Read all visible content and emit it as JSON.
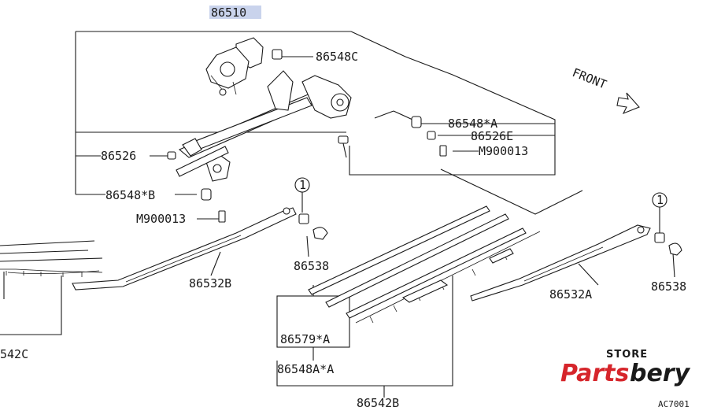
{
  "labels": {
    "motor": "86510",
    "grommet_top": "86548C",
    "grommet_a": "86548*A",
    "seal_e": "86526E",
    "screw_right": "M900013",
    "link_left": "86526",
    "grommet_b": "86548*B",
    "screw_left": "M900013",
    "cap_left": "86538",
    "cap_right": "86538",
    "arm_left": "86532B",
    "arm_right": "86532A",
    "blade_left": "542C",
    "rubber": "86579*A",
    "insert": "86548A*A",
    "blade_right": "86542B",
    "callout_left": "1",
    "callout_right": "1",
    "front": "FRONT",
    "corner_code": "AC7001"
  },
  "brand": {
    "store": "STORE",
    "part1": "Parts",
    "part2": "bery",
    "red": "#d6252b",
    "dark": "#1a1a1a"
  },
  "highlight_color": "#c9d3ec"
}
